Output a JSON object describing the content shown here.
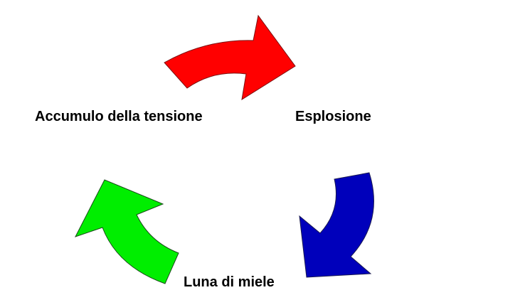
{
  "diagram": {
    "type": "cycle",
    "stages": [
      {
        "id": "accumulo",
        "label": "Accumulo della tensione"
      },
      {
        "id": "esplosione",
        "label": "Esplosione"
      },
      {
        "id": "luna",
        "label": "Luna di miele"
      }
    ],
    "arrows": [
      {
        "from": "accumulo",
        "to": "esplosione",
        "color": "#ff0000"
      },
      {
        "from": "esplosione",
        "to": "luna",
        "color": "#0000bb"
      },
      {
        "from": "luna",
        "to": "accumulo",
        "color": "#00ee00"
      }
    ]
  }
}
